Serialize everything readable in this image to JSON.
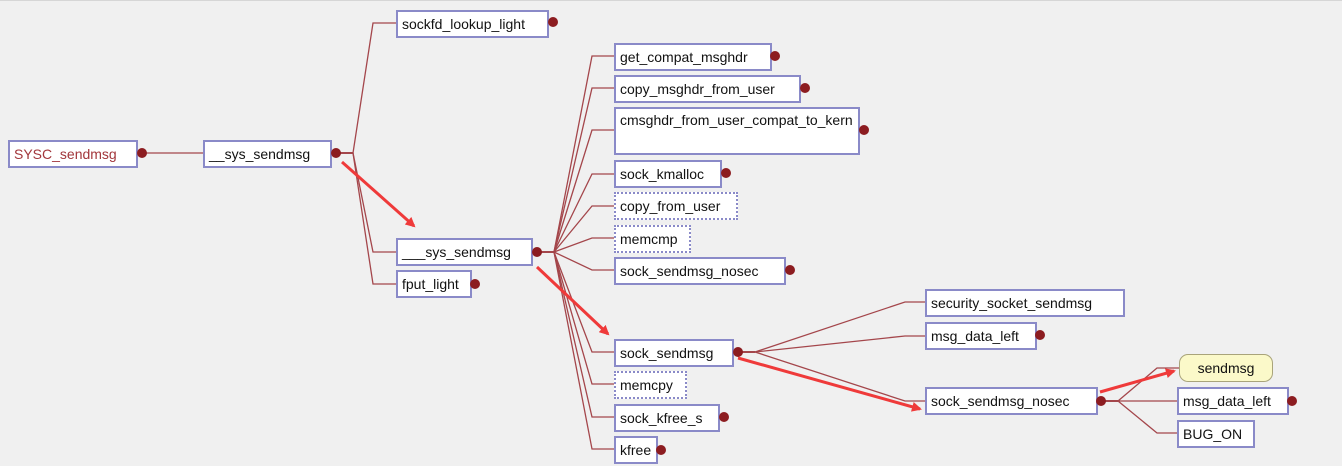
{
  "colors": {
    "background": "#f0f0f0",
    "node_border": "#8a8ac8",
    "edge": "#a4464b",
    "dot": "#8c1c20",
    "arrow": "#ef3a3a",
    "root_text": "#a2363b",
    "highlight_bg": "#fbf9c9"
  },
  "nodes": {
    "n_root": "SYSC_sendmsg",
    "n_sys": "__sys_sendmsg",
    "n_lookup": "sockfd_lookup_light",
    "n_xsys": "___sys_sendmsg",
    "n_fput": "fput_light",
    "n_compat": "get_compat_msghdr",
    "n_copyhdr": "copy_msghdr_from_user",
    "n_cmsghdr": "cmsghdr_from_user_compat_to_kern",
    "n_kmalloc": "sock_kmalloc",
    "n_copyfrom": "copy_from_user",
    "n_memcmp": "memcmp",
    "n_nosec1": "sock_sendmsg_nosec",
    "n_sock": "sock_sendmsg",
    "n_memcpy": "memcpy",
    "n_kfree_s": "sock_kfree_s",
    "n_kfree": "kfree",
    "n_security": "security_socket_sendmsg",
    "n_msgleft1": "msg_data_left",
    "n_nosec2": "sock_sendmsg_nosec",
    "n_sendmsg": "sendmsg",
    "n_msgleft2": "msg_data_left",
    "n_bug": "BUG_ON"
  }
}
